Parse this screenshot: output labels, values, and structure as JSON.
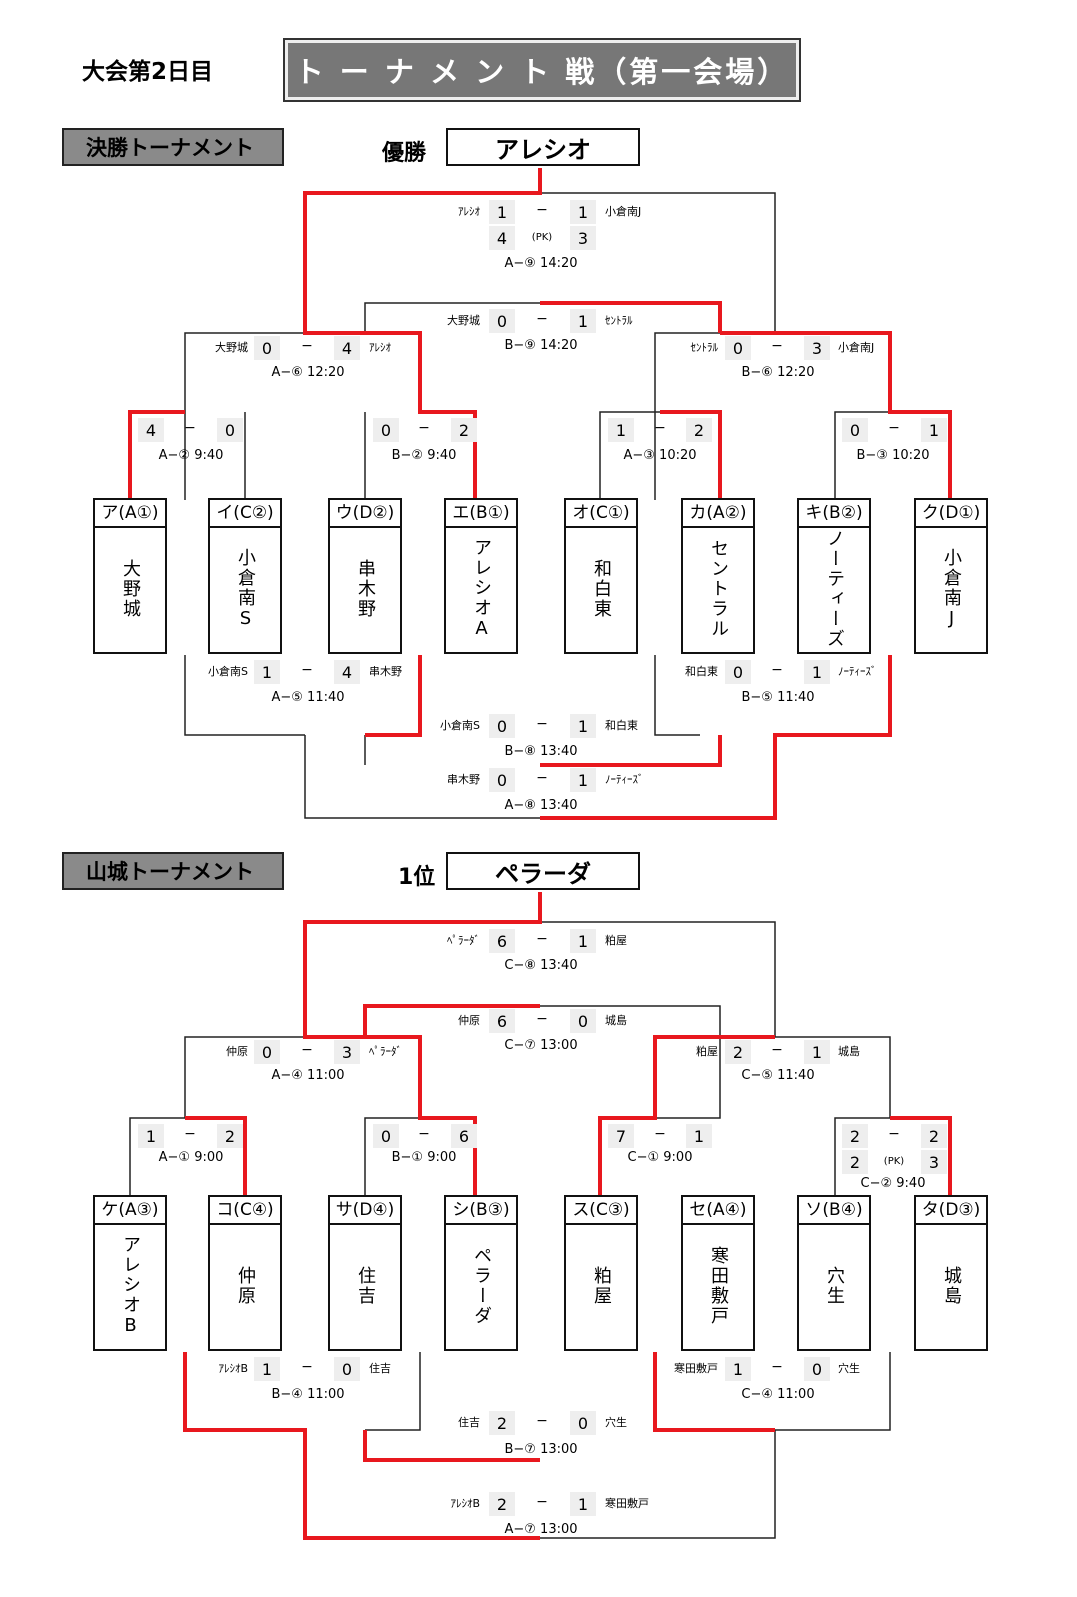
{
  "header": {
    "day": "大会第2日目",
    "banner": "ト ー ナ メ ン ト 戦（第一会場）"
  },
  "final": {
    "section_label": "決勝トーナメント",
    "winner_label": "優勝",
    "winner": "アレシオ",
    "teams": [
      {
        "code": "ア(A①)",
        "name": "大野城"
      },
      {
        "code": "イ(C②)",
        "name": "小倉南S"
      },
      {
        "code": "ウ(D②)",
        "name": "串木野"
      },
      {
        "code": "エ(B①)",
        "name": "アレシオA"
      },
      {
        "code": "オ(C①)",
        "name": "和白東"
      },
      {
        "code": "カ(A②)",
        "name": "セントラル"
      },
      {
        "code": "キ(B②)",
        "name": "ノーティーズ"
      },
      {
        "code": "ク(D①)",
        "name": "小倉南J"
      }
    ],
    "matches": [
      {
        "left_name": "",
        "left": "4",
        "right": "0",
        "right_name": "",
        "info": "A−② 9:40"
      },
      {
        "left_name": "",
        "left": "0",
        "right": "2",
        "right_name": "",
        "info": "B−② 9:40"
      },
      {
        "left_name": "",
        "left": "1",
        "right": "2",
        "right_name": "",
        "info": "A−③ 10:20"
      },
      {
        "left_name": "",
        "left": "0",
        "right": "1",
        "right_name": "",
        "info": "B−③ 10:20"
      },
      {
        "left_name": "大野城",
        "left": "0",
        "right": "4",
        "right_name": "ｱﾚｼｵ",
        "info": "A−⑥ 12:20"
      },
      {
        "left_name": "ｾﾝﾄﾗﾙ",
        "left": "0",
        "right": "3",
        "right_name": "小倉南J",
        "info": "B−⑥ 12:20"
      },
      {
        "left_name": "大野城",
        "left": "0",
        "right": "1",
        "right_name": "ｾﾝﾄﾗﾙ",
        "info": "B−⑨ 14:20"
      },
      {
        "left_name": "ｱﾚｼｵ",
        "left": "1",
        "right": "1",
        "right_name": "小倉南J",
        "left_pk": "4",
        "right_pk": "3",
        "pk": "(PK)",
        "info": "A−⑨ 14:20"
      },
      {
        "left_name": "小倉南S",
        "left": "1",
        "right": "4",
        "right_name": "串木野",
        "info": "A−⑤ 11:40"
      },
      {
        "left_name": "和白東",
        "left": "0",
        "right": "1",
        "right_name": "ﾉｰﾃｨｰｽﾞ",
        "info": "B−⑤ 11:40"
      },
      {
        "left_name": "小倉南S",
        "left": "0",
        "right": "1",
        "right_name": "和白東",
        "info": "B−⑧ 13:40"
      },
      {
        "left_name": "串木野",
        "left": "0",
        "right": "1",
        "right_name": "ﾉｰﾃｨｰｽﾞ",
        "info": "A−⑧ 13:40"
      }
    ]
  },
  "yamashiro": {
    "section_label": "山城トーナメント",
    "winner_label": "1位",
    "winner": "ペラーダ",
    "teams": [
      {
        "code": "ケ(A③)",
        "name": "アレシオB"
      },
      {
        "code": "コ(C④)",
        "name": "仲原"
      },
      {
        "code": "サ(D④)",
        "name": "住吉"
      },
      {
        "code": "シ(B③)",
        "name": "ペラーダ"
      },
      {
        "code": "ス(C③)",
        "name": "粕屋"
      },
      {
        "code": "セ(A④)",
        "name": "寒田敷戸"
      },
      {
        "code": "ソ(B④)",
        "name": "穴生"
      },
      {
        "code": "タ(D③)",
        "name": "城島"
      }
    ],
    "matches": [
      {
        "left_name": "",
        "left": "1",
        "right": "2",
        "right_name": "",
        "info": "A−① 9:00"
      },
      {
        "left_name": "",
        "left": "0",
        "right": "6",
        "right_name": "",
        "info": "B−① 9:00"
      },
      {
        "left_name": "",
        "left": "7",
        "right": "1",
        "right_name": "",
        "info": "C−① 9:00"
      },
      {
        "left_name": "",
        "left": "2",
        "right": "2",
        "right_name": "",
        "left_pk": "2",
        "right_pk": "3",
        "pk": "(PK)",
        "info": "C−② 9:40"
      },
      {
        "left_name": "仲原",
        "left": "0",
        "right": "3",
        "right_name": "ﾍﾟﾗｰﾀﾞ",
        "info": "A−④ 11:00"
      },
      {
        "left_name": "粕屋",
        "left": "2",
        "right": "1",
        "right_name": "城島",
        "info": "C−⑤ 11:40"
      },
      {
        "left_name": "仲原",
        "left": "6",
        "right": "0",
        "right_name": "城島",
        "info": "C−⑦ 13:00"
      },
      {
        "left_name": "ﾍﾟﾗｰﾀﾞ",
        "left": "6",
        "right": "1",
        "right_name": "粕屋",
        "info": "C−⑧ 13:40"
      },
      {
        "left_name": "ｱﾚｼｵB",
        "left": "1",
        "right": "0",
        "right_name": "住吉",
        "info": "B−④ 11:00"
      },
      {
        "left_name": "寒田敷戸",
        "left": "1",
        "right": "0",
        "right_name": "穴生",
        "info": "C−④ 11:00"
      },
      {
        "left_name": "住吉",
        "left": "2",
        "right": "0",
        "right_name": "穴生",
        "info": "B−⑦ 13:00"
      },
      {
        "left_name": "ｱﾚｼｵB",
        "left": "2",
        "right": "1",
        "right_name": "寒田敷戸",
        "info": "A−⑦ 13:00"
      }
    ]
  },
  "colors": {
    "winner_line": "#e8181e",
    "line": "#222222",
    "score_bg": "#eeeeee",
    "banner_bg": "#777777",
    "section_bg": "#8a8a8a"
  }
}
